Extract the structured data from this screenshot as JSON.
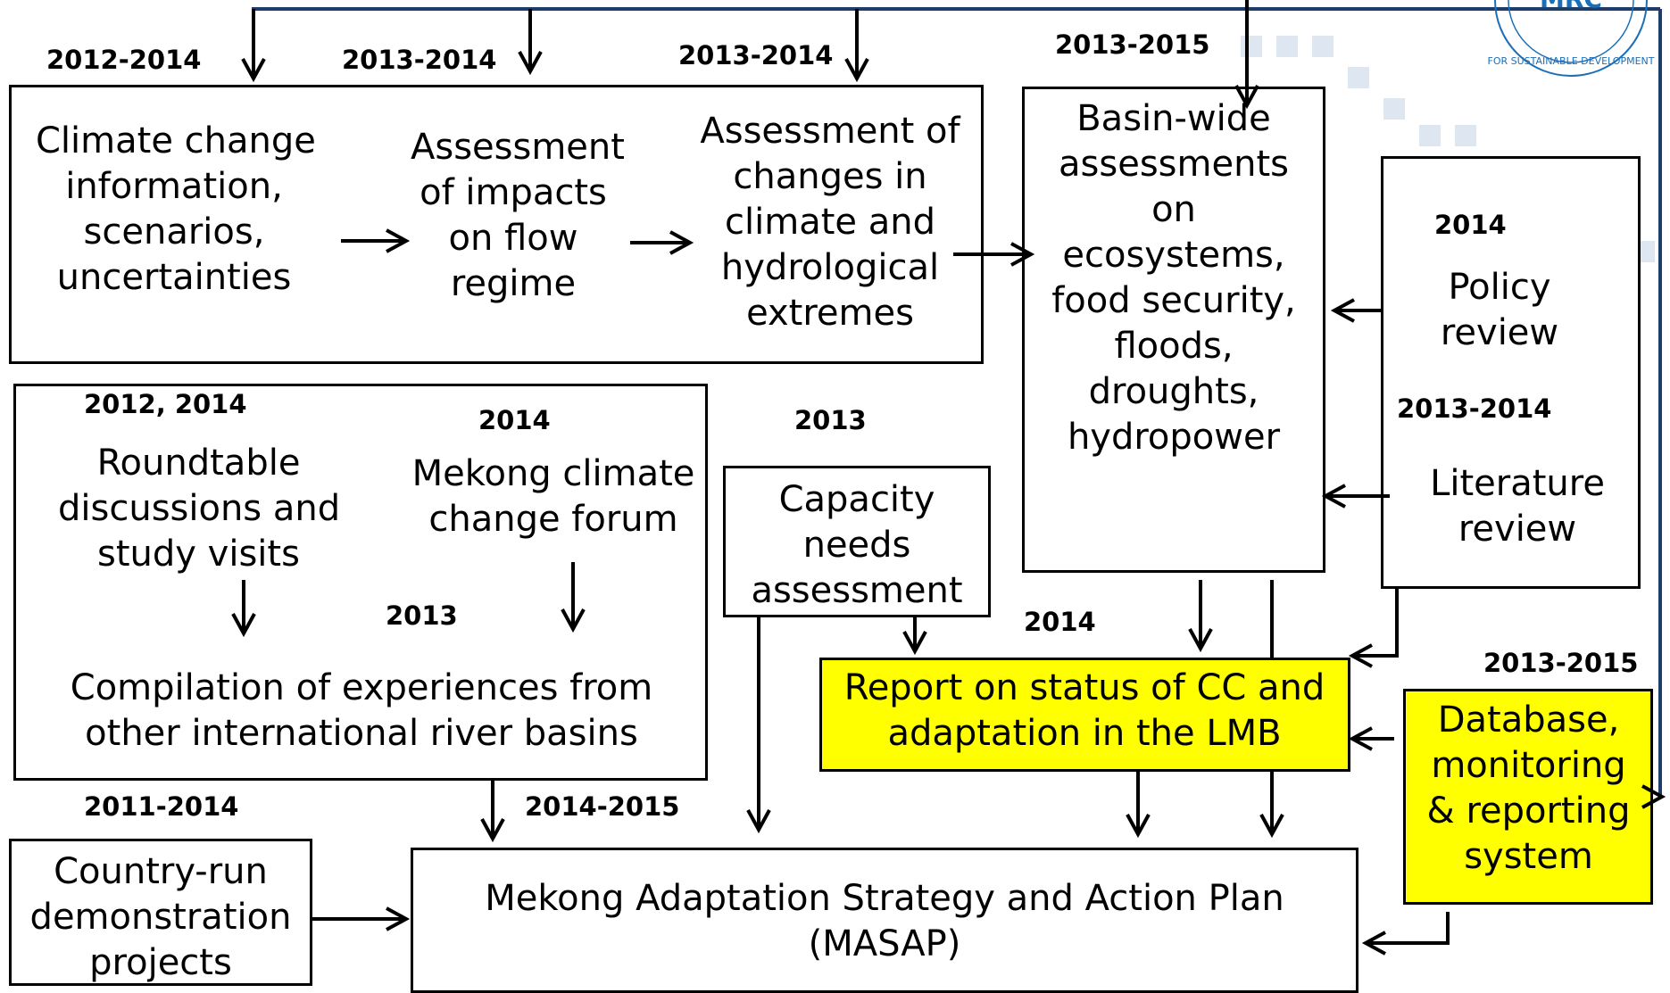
{
  "boxes": {
    "climate_info": "Climate change\ninformation,\nscenarios,\nuncertainties",
    "impacts_flow": "Assessment\nof impacts\non flow\nregime",
    "changes_extremes": "Assessment of\nchanges in\nclimate  and\nhydrological\nextremes",
    "basin_wide": "Basin-wide\nassessments\non\necosystems,\nfood security,\nfloods,\ndroughts,\nhydropower",
    "policy_review": "Policy\nreview",
    "literature_review": "Literature\nreview",
    "roundtable": "Roundtable\ndiscussions and\nstudy visits",
    "forum": "Mekong climate\nchange forum",
    "compilation": "Compilation of experiences from\nother international river basins",
    "capacity": "Capacity\nneeds\nassessment",
    "report": "Report on status of CC and\nadaptation  in the LMB",
    "database": "Database,\nmonitoring\n& reporting\nsystem",
    "country_run": "Country-run\ndemonstration\nprojects",
    "masap": "Mekong Adaptation Strategy and Action Plan\n(MASAP)"
  },
  "years": {
    "climate_info": "2012-2014",
    "impacts_flow": "2013-2014",
    "changes_extremes": "2013-2014",
    "basin_wide": "2013-2015",
    "policy_review": "2014",
    "literature_review": "2013-2014",
    "roundtable": "2012, 2014",
    "forum": "2014",
    "compilation": "2013",
    "capacity": "2013",
    "report": "2014",
    "database": "2013-2015",
    "country_run": "2011-2014",
    "masap": "2014-2015"
  },
  "logo": {
    "text": "MRC",
    "tagline": "FOR SUSTAINABLE DEVELOPMENT"
  },
  "colors": {
    "highlight": "#ffff00",
    "connector_blue": "#1f3d6b",
    "logo_blue": "#1b6fb8"
  }
}
